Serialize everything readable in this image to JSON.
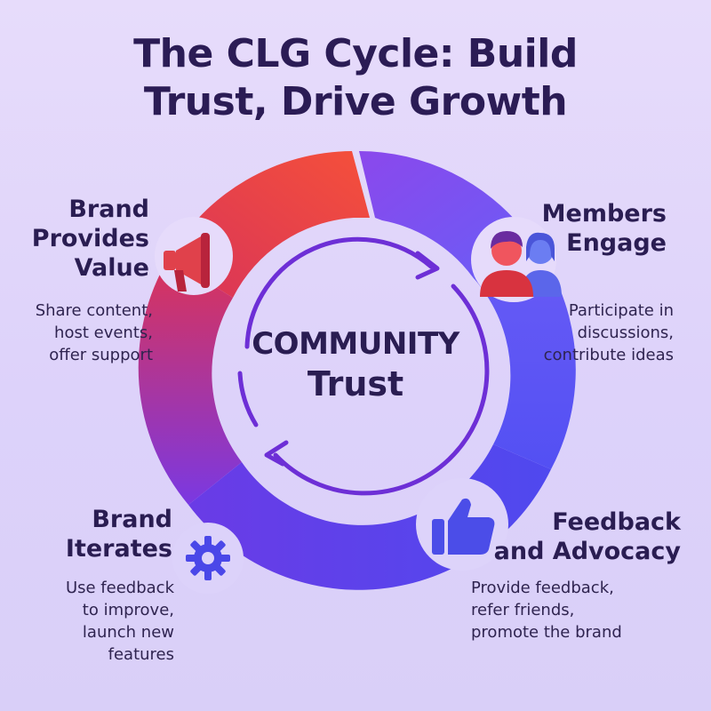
{
  "title": {
    "line1": "The CLG Cycle: Build",
    "line2": "Trust, Drive Growth"
  },
  "center": {
    "line1": "COMMUNITY",
    "line2": "Trust"
  },
  "stages": [
    {
      "title_lines": [
        "Brand",
        "Provides",
        "Value"
      ],
      "desc_lines": [
        "Share content,",
        "host events,",
        "offer support"
      ],
      "icon": "megaphone-icon",
      "color": "#e23b4a"
    },
    {
      "title_lines": [
        "Members",
        "Engage"
      ],
      "desc_lines": [
        "Participate in",
        "discussions,",
        "contribute ideas"
      ],
      "icon": "people-icon",
      "color": "#6a4ff0"
    },
    {
      "title_lines": [
        "Feedback",
        "and Advocacy"
      ],
      "desc_lines": [
        "Provide feedback,",
        "refer friends,",
        "promote the brand"
      ],
      "icon": "thumbs-up-icon",
      "color": "#4a4cf2"
    },
    {
      "title_lines": [
        "Brand",
        "Iterates"
      ],
      "desc_lines": [
        "Use feedback",
        "to improve,",
        "launch new",
        "features"
      ],
      "icon": "gear-icon",
      "color": "#5a3fe8"
    }
  ],
  "colors": {
    "background": "#e3d8fb",
    "text": "#2a1d52",
    "ring_red": "#f04a3c",
    "ring_purple": "#7b4ff0",
    "ring_blue": "#5a52f2",
    "inner_arrows": "#6d2fd6"
  }
}
